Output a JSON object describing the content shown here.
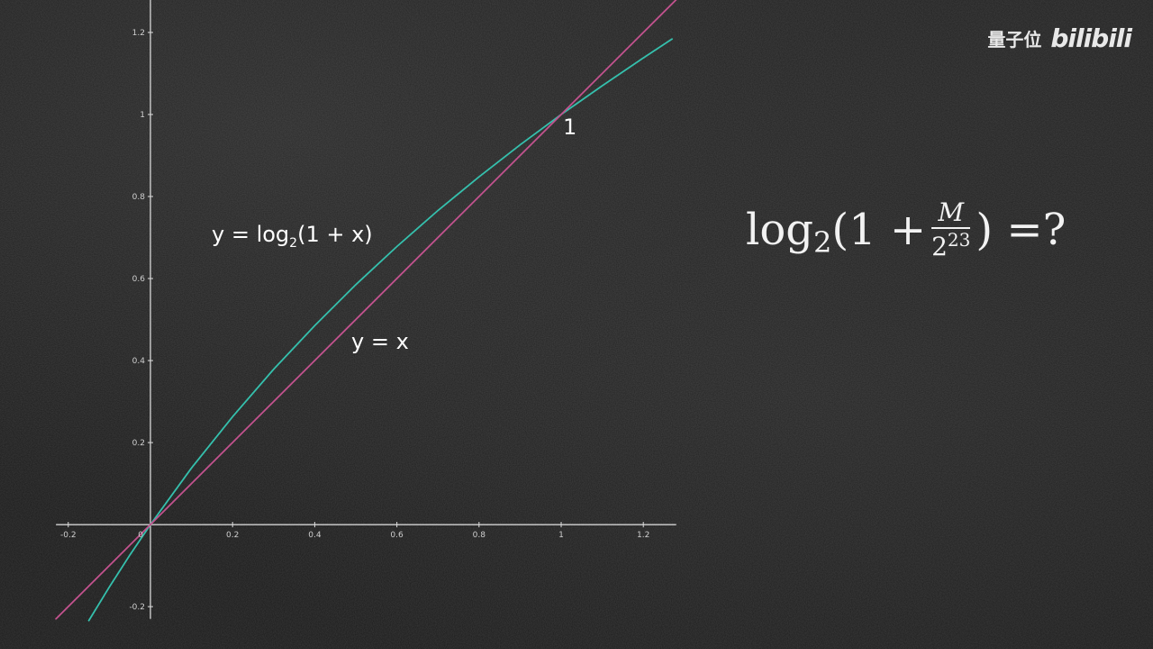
{
  "watermark": {
    "channel": "量子位",
    "brand": "bilibili"
  },
  "formula": {
    "log": "log",
    "base": "2",
    "open": "(1 +",
    "numerator": "M",
    "denominator": "2",
    "exponent": "23",
    "close": ") =?"
  },
  "chart_data": {
    "type": "line",
    "xlim": [
      -0.23,
      1.28
    ],
    "ylim": [
      -0.23,
      1.28
    ],
    "x_ticks": [
      -0.2,
      0.2,
      0.4,
      0.6,
      0.8,
      1,
      1.2
    ],
    "x_tick_labels": [
      "-0.2",
      "0.2",
      "0.4",
      "0.6",
      "0.8",
      "1",
      "1.2"
    ],
    "y_ticks": [
      -0.2,
      0.2,
      0.4,
      0.6,
      0.8,
      1,
      1.2
    ],
    "y_tick_labels": [
      "-0.2",
      "0.2",
      "0.4",
      "0.6",
      "0.8",
      "1",
      "1.2"
    ],
    "origin_label": "0",
    "grid": false,
    "series": [
      {
        "name": "y = log2(1 + x)",
        "label_main": "y = log",
        "label_sub": "2",
        "label_rest": "(1 + x)",
        "color": "#35c0ad",
        "x": [
          -0.15,
          -0.1,
          -0.05,
          0,
          0.1,
          0.2,
          0.3,
          0.4,
          0.5,
          0.6,
          0.7,
          0.8,
          0.9,
          1,
          1.1,
          1.2,
          1.27
        ],
        "y": [
          -0.234,
          -0.152,
          -0.074,
          0,
          0.138,
          0.263,
          0.379,
          0.485,
          0.585,
          0.678,
          0.766,
          0.848,
          0.926,
          1,
          1.07,
          1.138,
          1.184
        ]
      },
      {
        "name": "y = x",
        "label_main": "y = x",
        "color": "#c2528e",
        "x": [
          -0.23,
          1.28
        ],
        "y": [
          -0.23,
          1.28
        ]
      }
    ],
    "annotations": [
      {
        "text": "1",
        "x": 1,
        "y": 1
      }
    ]
  }
}
